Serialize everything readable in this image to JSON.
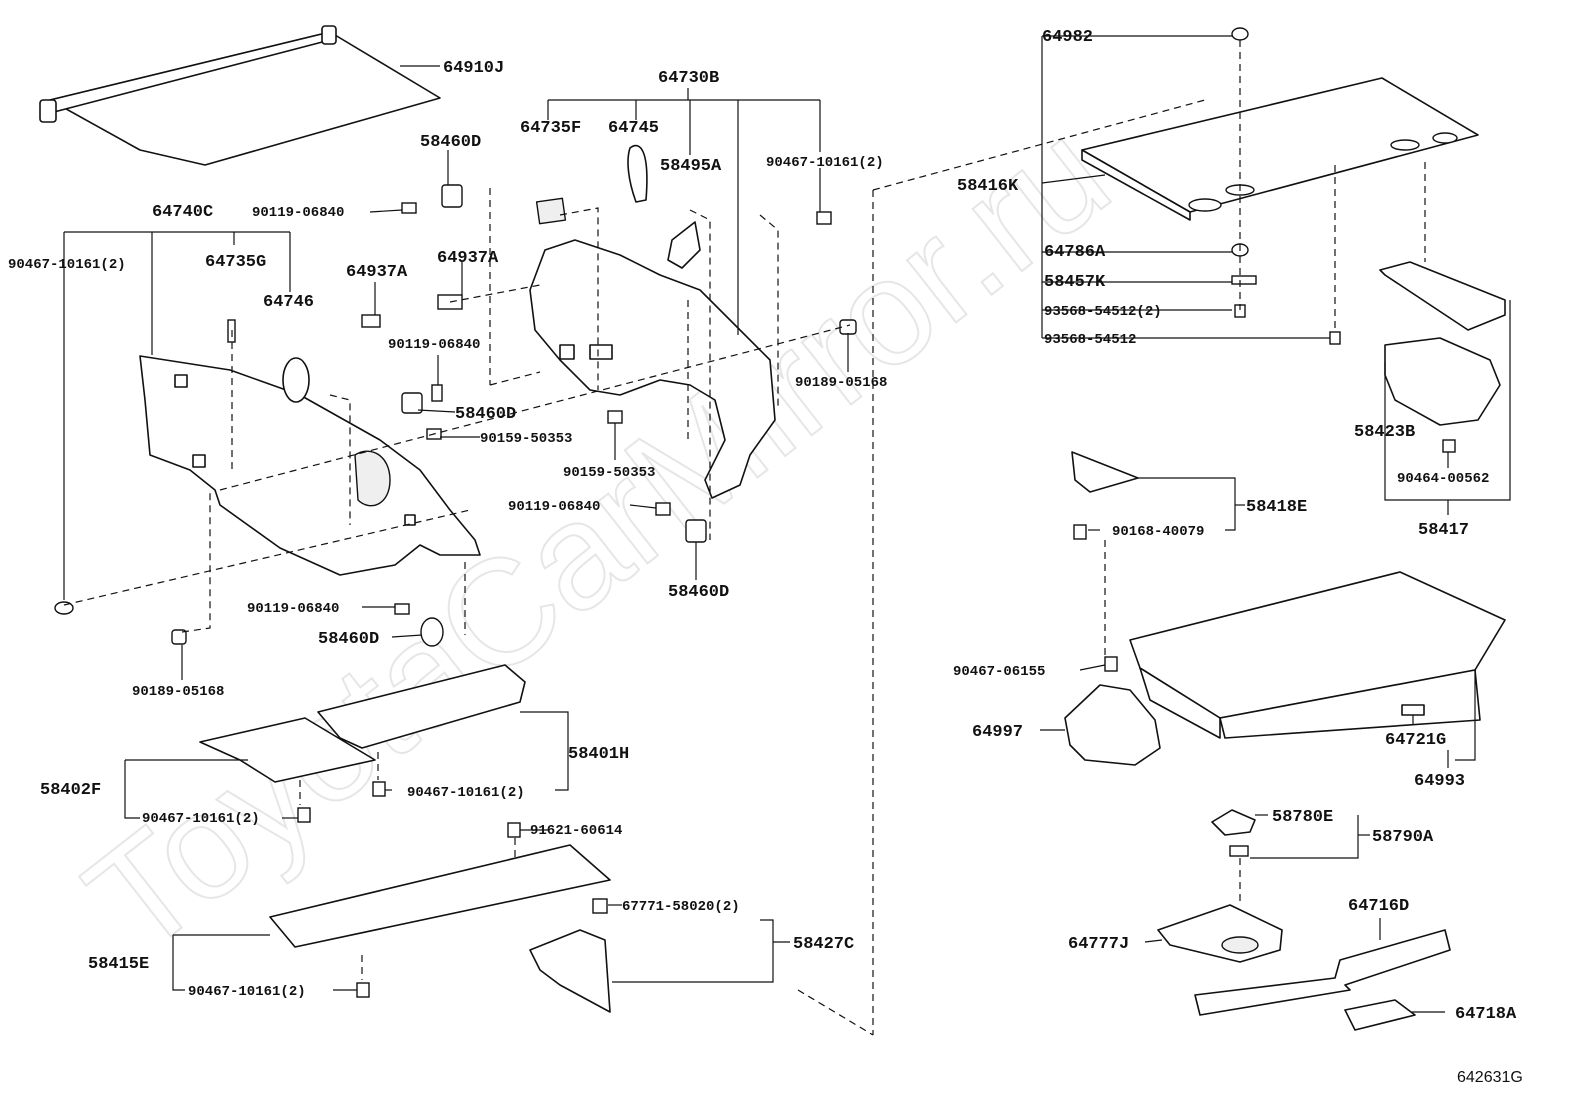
{
  "watermark": "ToyotaCarMirror.ru",
  "diagram_id": "642631G",
  "labels": {
    "p64910J": "64910J",
    "p58460D_a": "58460D",
    "p90119_06840_a": "90119-06840",
    "p64740C": "64740C",
    "p90467_10161_left": "90467-10161(2)",
    "p64735G": "64735G",
    "p64746": "64746",
    "p64937A_a": "64937A",
    "p64937A_b": "64937A",
    "p90119_06840_b": "90119-06840",
    "p58460D_b": "58460D",
    "p90159_50353_a": "90159-50353",
    "p90119_06840_c": "90119-06840",
    "p58460D_c": "58460D",
    "p90189_05168_a": "90189-05168",
    "p64730B": "64730B",
    "p64735F": "64735F",
    "p64745": "64745",
    "p58495A": "58495A",
    "p90467_10161_mid": "90467-10161(2)",
    "p90189_05168_b": "90189-05168",
    "p90159_50353_b": "90159-50353",
    "p90119_06840_d": "90119-06840",
    "p58460D_d": "58460D",
    "p58401H": "58401H",
    "p58402F": "58402F",
    "p90467_10161_a": "90467-10161(2)",
    "p90467_10161_b": "90467-10161(2)",
    "p91621_60614": "91621-60614",
    "p67771_58020": "67771-58020(2)",
    "p58427C": "58427C",
    "p58415E": "58415E",
    "p90467_10161_c": "90467-10161(2)",
    "p64982": "64982",
    "p58416K": "58416K",
    "p64786A": "64786A",
    "p58457K": "58457K",
    "p93568_54512_2": "93568-54512(2)",
    "p93568_54512": "93568-54512",
    "p58423B": "58423B",
    "p90464_00562": "90464-00562",
    "p58417": "58417",
    "p58418E": "58418E",
    "p90168_40079": "90168-40079",
    "p90467_06155": "90467-06155",
    "p64997": "64997",
    "p64721G": "64721G",
    "p64993": "64993",
    "p58780E": "58780E",
    "p58790A": "58790A",
    "p64716D": "64716D",
    "p64777J": "64777J",
    "p64718A": "64718A"
  }
}
